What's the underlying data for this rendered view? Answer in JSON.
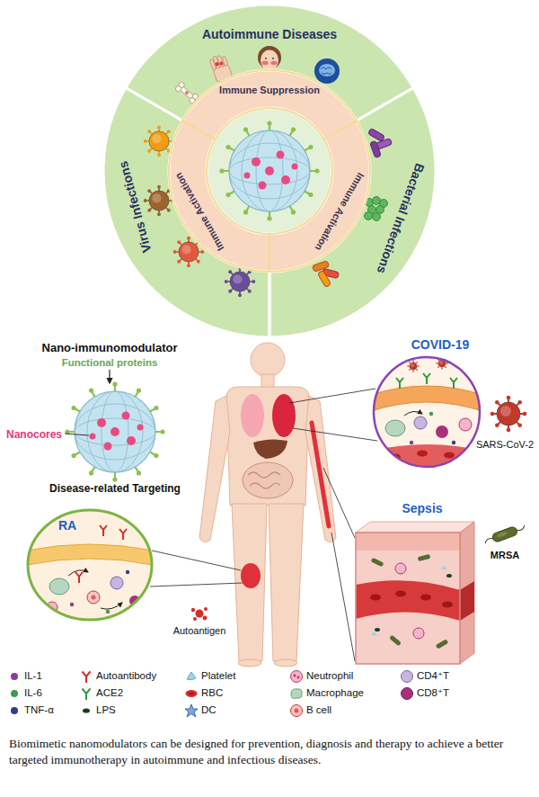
{
  "diagram": {
    "caption": "Biomimetic nanomodulators can be designed for prevention, diagnosis and therapy to achieve a better targeted immunotherapy in autoimmune and infectious diseases.",
    "nodes": [
      {
        "text": [
          "Autoimmune Diseases"
        ]
      },
      {
        "text": [
          "Bacterial Infections"
        ]
      },
      {
        "text": [
          "Virus Infections"
        ]
      },
      {
        "text": [
          "Immune Suppression"
        ]
      },
      {
        "text": [
          "Immune Activation"
        ]
      },
      {
        "text": [
          "Immune Activation"
        ]
      },
      {
        "text": [
          "COVID-19"
        ]
      },
      {
        "text": [
          "RA"
        ]
      },
      {
        "text": [
          "Sepsis"
        ]
      }
    ],
    "labels": [
      "Nano-immunomodulator",
      "Functional proteins",
      "Nanocores",
      "Disease-related Targeting",
      "SARS-CoV-2",
      "Autoantigen",
      "MRSA"
    ],
    "legend": [
      {
        "text": "IL-1",
        "color": "#8e3a9d"
      },
      {
        "text": "IL-6",
        "color": "#3f9a4a"
      },
      {
        "text": "TNF-α",
        "color": "#2c3e8c"
      },
      {
        "text": "Autoantibody"
      },
      {
        "text": "ACE2"
      },
      {
        "text": "LPS"
      },
      {
        "text": "Platelet"
      },
      {
        "text": "RBC"
      },
      {
        "text": "DC"
      },
      {
        "text": "Neutrophil"
      },
      {
        "text": "Macrophage"
      },
      {
        "text": "B cell"
      },
      {
        "text": "CD4⁺T"
      },
      {
        "text": "CD8⁺T"
      }
    ]
  }
}
